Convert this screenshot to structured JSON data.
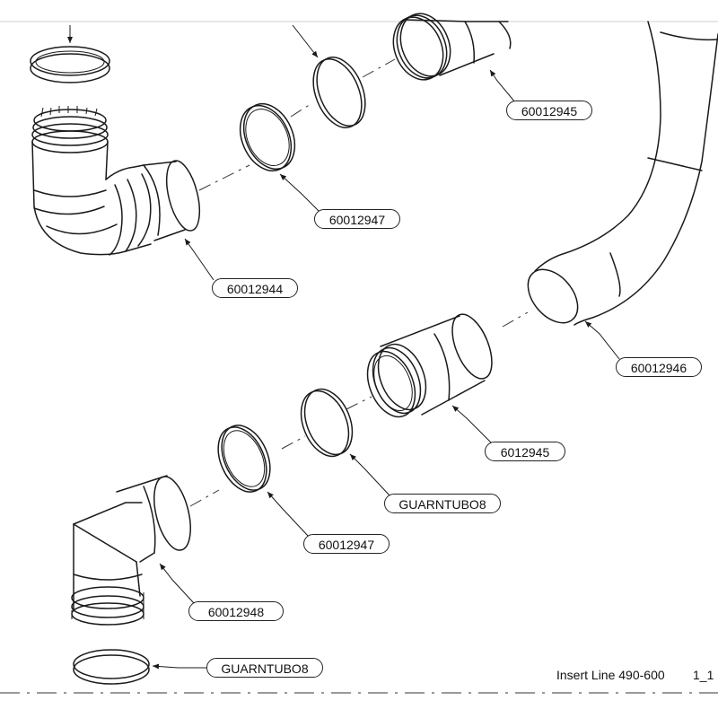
{
  "callouts": {
    "c1": "60012945",
    "c2": "60012947",
    "c3": "60012944",
    "c4": "60012946",
    "c5": "6012945",
    "c6": "GUARNTUBO8",
    "c7": "60012947",
    "c8": "60012948",
    "c9": "GUARNTUBO8"
  },
  "footer": {
    "title": "Insert Line 490-600",
    "sheet": "1_1"
  }
}
